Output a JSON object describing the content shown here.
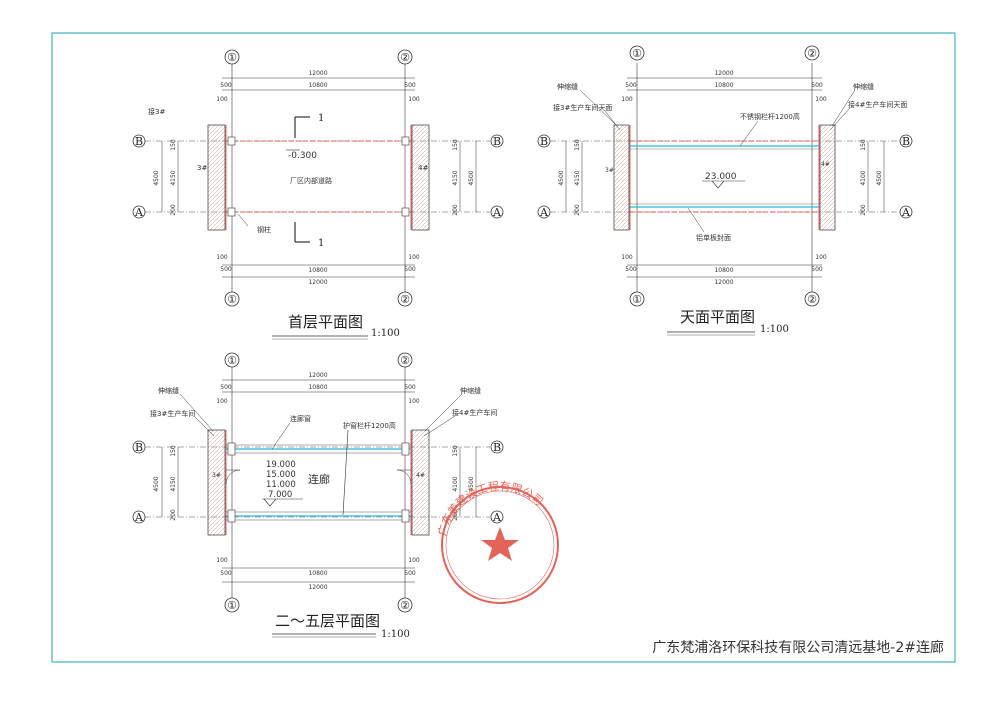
{
  "page": {
    "company_title": "广东梵浦洛环保科技有限公司清远基地-2#连廊"
  },
  "axes": {
    "col_1": "①",
    "col_2": "②",
    "row_a": "A",
    "row_b": "B"
  },
  "dims": {
    "total_width": "12000",
    "inner_width": "10800",
    "side_offset": "500",
    "side_inner": "100",
    "depth_outer": "4500",
    "depth_inner": "4150",
    "depth_inner_right": "4100",
    "small_150": "150",
    "small_200": "200"
  },
  "plan_ground": {
    "title": "首层平面图",
    "scale": "1:100",
    "note_left": "接3#",
    "level": "-0.300",
    "road_label": "厂区内部道路",
    "col_label": "钢柱",
    "section_mark": "1",
    "bldg_left": "3#",
    "bldg_right": "4#"
  },
  "plan_roof": {
    "title": "天面平面图",
    "scale": "1:100",
    "joint_left": "伸缩缝",
    "joint_right": "伸缩缝",
    "connect_left": "接3#生产车间天面",
    "connect_right": "接4#生产车间天面",
    "rail_label": "不锈钢栏杆1200高",
    "level": "23.000",
    "panel_label": "铝单板封面",
    "bldg_left": "3#",
    "bldg_right": "4#"
  },
  "plan_typical": {
    "title": "二～五层平面图",
    "scale": "1:100",
    "joint_left": "伸缩缝",
    "joint_right": "伸缩缝",
    "connect_left": "接3#生产车间",
    "connect_right": "接4#生产车间",
    "window_label": "连廊窗",
    "rail_label": "护窗栏杆1200高",
    "levels": [
      "19.000",
      "15.000",
      "11.000",
      "7.000"
    ],
    "room_label": "连廊",
    "bldg_left": "3#",
    "bldg_right": "4#"
  },
  "stamp": {
    "text": "广东美建设工程有限公司",
    "colors": {
      "stamp_red": "#e0483c"
    }
  },
  "colors": {
    "frame": "#1aa1b3",
    "line": "#333333",
    "red": "#e53935",
    "cyan": "#29b6d6",
    "wall_fill": "#f3d9d9"
  }
}
